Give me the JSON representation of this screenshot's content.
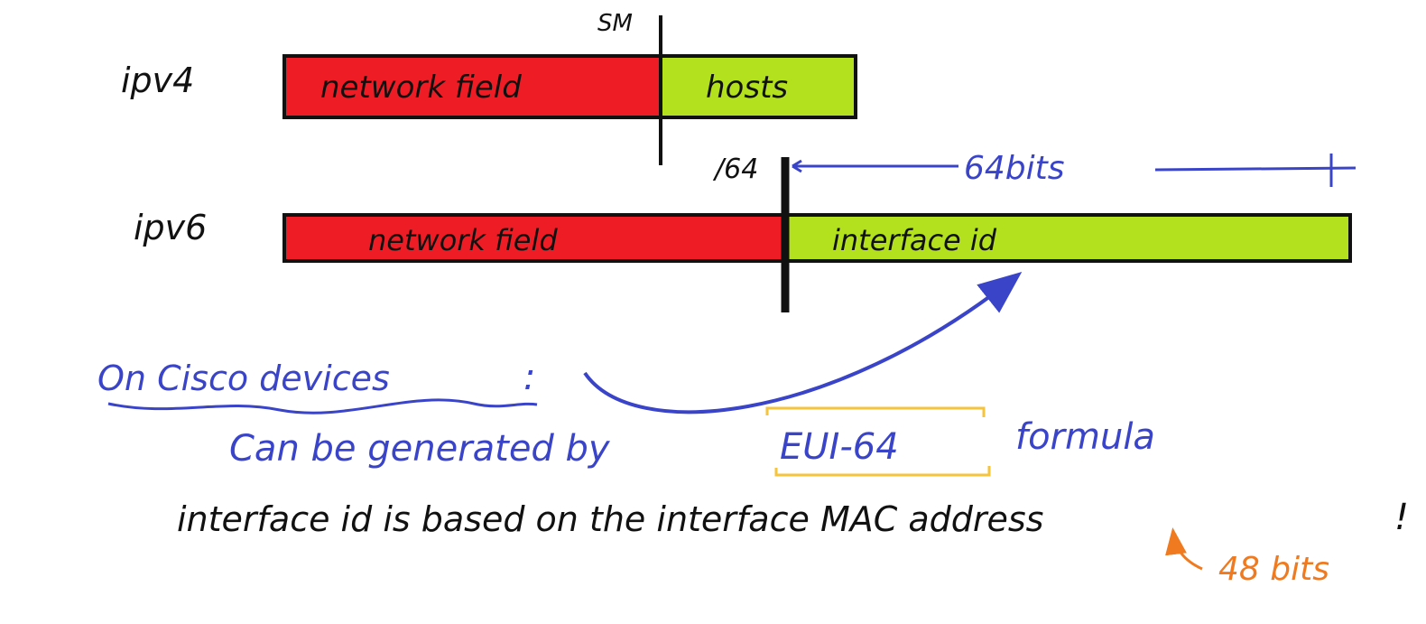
{
  "colors": {
    "network": "#ee1d25",
    "host": "#b3e11e",
    "ink": "#111111",
    "blue_ink": "#3a44c9",
    "highlight": "#f6c33a",
    "orange_ink": "#f07a1f"
  },
  "ipv4": {
    "label": "ipv4",
    "marker": "SM",
    "network_field": "network field",
    "host_field": "hosts"
  },
  "ipv6": {
    "label": "ipv6",
    "prefix": "/64",
    "network_field": "network field",
    "interface_id": "interface id",
    "bits_label": "64bits"
  },
  "notes": {
    "cisco": "On Cisco devices",
    "colon": ":",
    "generated_prefix": "Can be generated by",
    "formula_name": "EUI-64",
    "formula_suffix": "formula",
    "mac_line": "interface id is based on the interface MAC address",
    "exclaim": "!",
    "mac_bits": "48 bits"
  }
}
